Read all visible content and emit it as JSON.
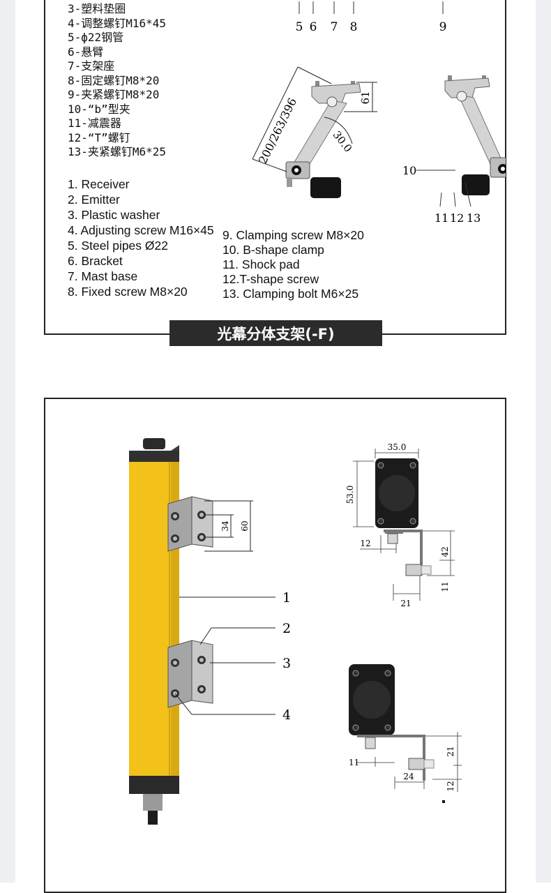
{
  "cn_parts": [
    "3-塑料垫圈",
    "4-调整螺钉M16*45",
    "5-ф22钢管",
    "6-悬臂",
    "7-支架座",
    "8-固定螺钉M8*20",
    "9-夹紧螺钉M8*20",
    "10-“b”型夹",
    "11-减震器",
    "12-“T”螺钉",
    "13-夹紧螺钉M6*25"
  ],
  "en_parts_left": [
    "1. Receiver",
    "2. Emitter",
    "3. Plastic washer",
    "4. Adjusting screw M16×45",
    "5. Steel pipes Ø22",
    "6. Bracket",
    "7. Mast base",
    "8. Fixed screw M8×20"
  ],
  "en_parts_right": [
    "9. Clamping screw M8×20",
    "10.  B-shape clamp",
    "11. Shock pad",
    "12.T-shape screw",
    "13. Clamping bolt  M6×25"
  ],
  "top_callouts": [
    "5",
    "6",
    "7",
    "8",
    "9"
  ],
  "bracket_dims": {
    "length": "200/263/396",
    "height": "61",
    "angle": "30.0"
  },
  "bracket_callouts": [
    "10",
    "11",
    "12",
    "13"
  ],
  "caption": "光幕分体支架(-F)",
  "column_dims": {
    "hole_spacing": "34",
    "plate_height": "60"
  },
  "column_callouts": [
    "1",
    "2",
    "3",
    "4"
  ],
  "sensor_top_dims": {
    "width": "35.0",
    "height": "53.0",
    "offset": "12",
    "drop": "42",
    "pin": "11",
    "base": "21"
  },
  "sensor_bottom_dims": {
    "offset": "11",
    "drop": "21",
    "pin": "12",
    "base": "24"
  }
}
